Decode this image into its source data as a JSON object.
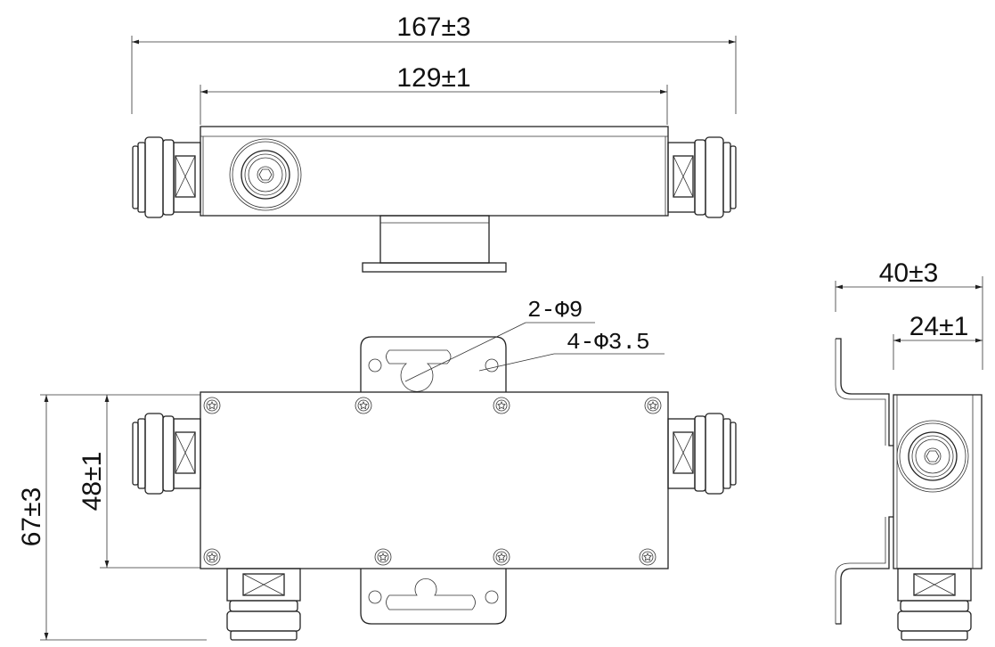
{
  "dimensions": {
    "overall_length": "167±3",
    "body_length": "129±1",
    "overall_height": "67±3",
    "body_height": "48±1",
    "side_overall_width": "40±3",
    "side_body_width": "24±1"
  },
  "callouts": {
    "slot_holes": "2-Φ9",
    "mount_holes": "4-Φ3.5"
  },
  "colors": {
    "line": "#222222",
    "background": "#ffffff"
  }
}
